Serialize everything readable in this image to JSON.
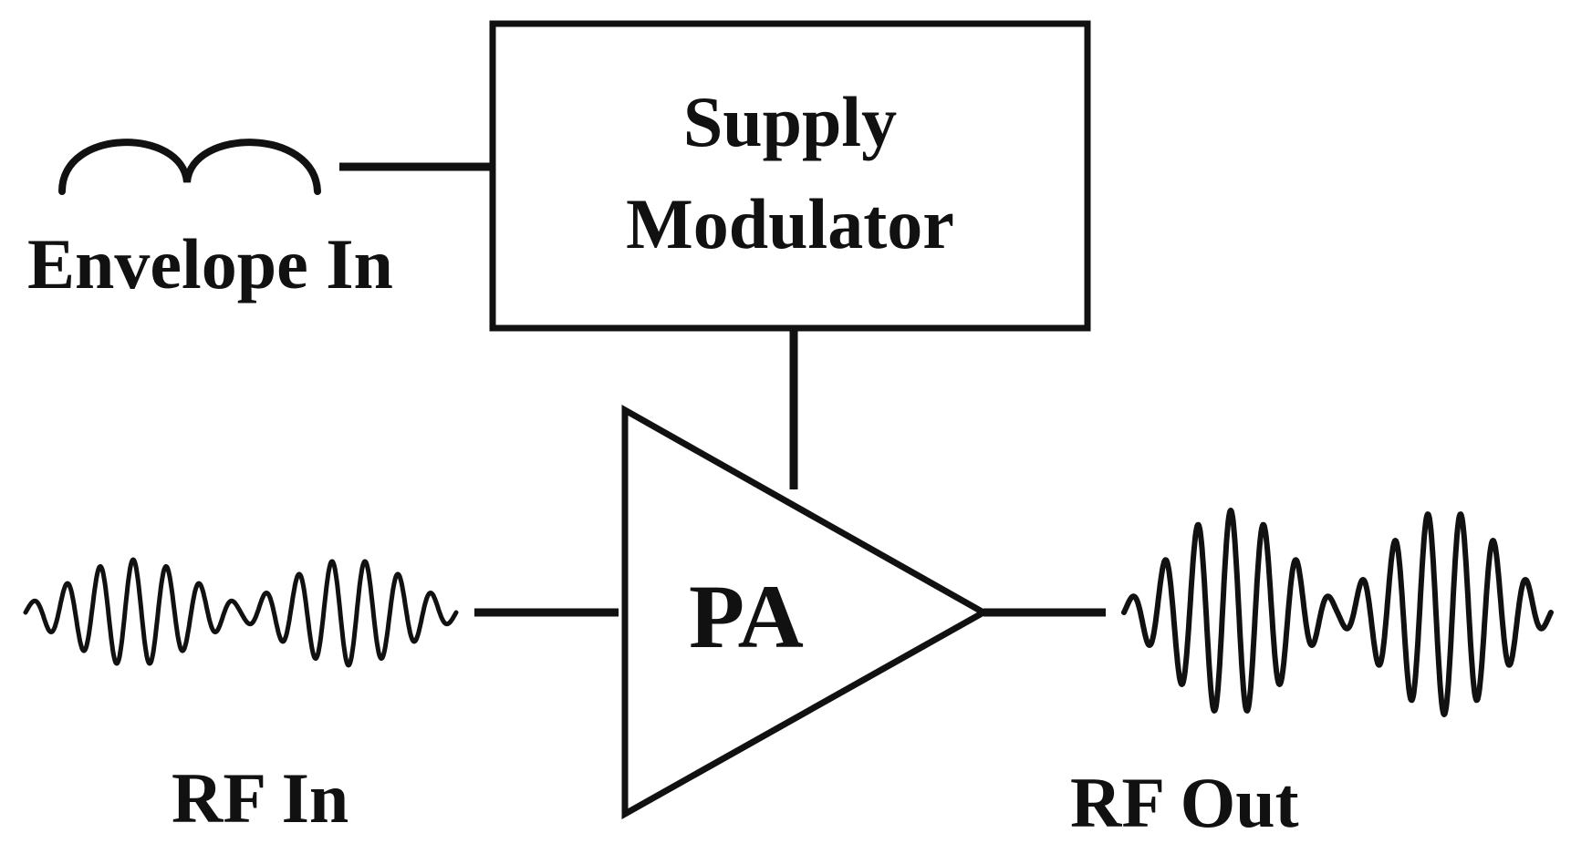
{
  "diagram": {
    "blocks": {
      "supply_modulator": {
        "line1": "Supply",
        "line2": "Modulator"
      },
      "power_amplifier": {
        "label": "PA"
      }
    },
    "signals": {
      "envelope_in": "Envelope In",
      "rf_in": "RF In",
      "rf_out": "RF Out"
    },
    "colors": {
      "stroke": "#111111",
      "background": "#ffffff"
    }
  }
}
